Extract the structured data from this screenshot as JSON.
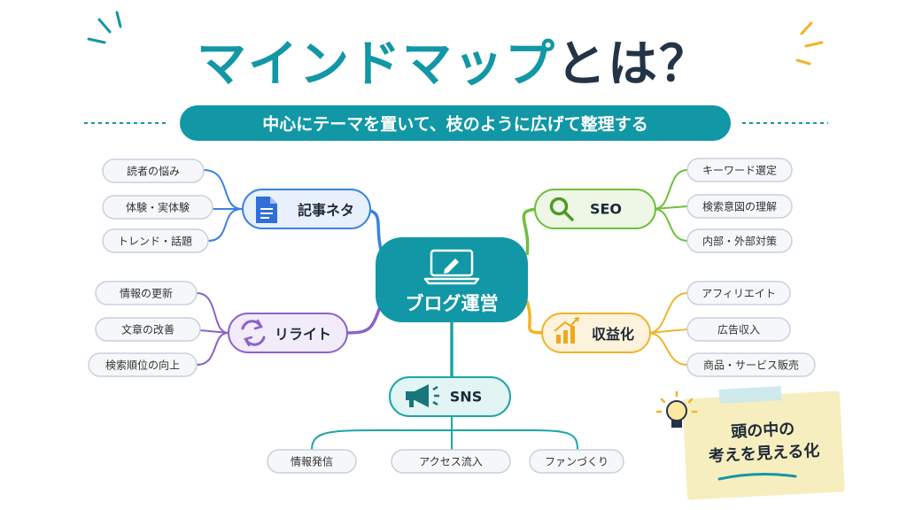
{
  "title": {
    "main": "マインドマップ",
    "suffix": "とは？"
  },
  "subtitle": "中心にテーマを置いて、枝のように広げて整理する",
  "center": {
    "label": "ブログ運営",
    "icon": "laptop-icon"
  },
  "branches": [
    {
      "key": "article",
      "label": "記事ネタ",
      "icon": "document-icon",
      "color": "#3b82e0",
      "leaves": [
        "読者の悩み",
        "体験・実体験",
        "トレンド・話題"
      ]
    },
    {
      "key": "rewrite",
      "label": "リライト",
      "icon": "refresh-icon",
      "color": "#8a63c9",
      "leaves": [
        "情報の更新",
        "文章の改善",
        "検索順位の向上"
      ]
    },
    {
      "key": "seo",
      "label": "SEO",
      "icon": "search-icon",
      "color": "#6fbf3a",
      "leaves": [
        "キーワード選定",
        "検索意図の理解",
        "内部・外部対策"
      ]
    },
    {
      "key": "monetize",
      "label": "収益化",
      "icon": "bar-chart-icon",
      "color": "#f0b429",
      "leaves": [
        "アフィリエイト",
        "広告収入",
        "商品・サービス販売"
      ]
    },
    {
      "key": "sns",
      "label": "SNS",
      "icon": "megaphone-icon",
      "color": "#1aa6a6",
      "leaves": [
        "情報発信",
        "アクセス流入",
        "ファンづくり"
      ]
    }
  ],
  "note": {
    "line1": "頭の中の",
    "line2": "考えを見える化",
    "icon": "lightbulb-icon"
  },
  "colors": {
    "teal": "#1297a6",
    "dark": "#243447"
  }
}
